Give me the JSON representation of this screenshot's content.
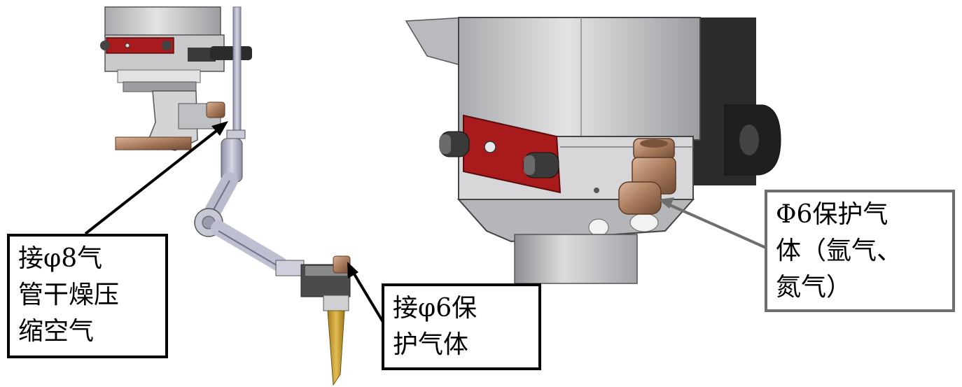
{
  "callouts": {
    "left": {
      "lines": [
        "接φ8气",
        "管干燥压",
        "缩空气"
      ]
    },
    "middle": {
      "lines": [
        "接φ6保",
        "护气体"
      ]
    },
    "right": {
      "lines": [
        "Φ6保护气",
        "体（氩气、",
        "氮气）"
      ]
    }
  },
  "colors": {
    "metal_light": "#d9d9d9",
    "metal_mid": "#b5b5b8",
    "metal_dark": "#6f7075",
    "red_plate": "#a81a1c",
    "copper": "#b07a5a",
    "brass_nozzle": "#c9a23a",
    "black_part": "#2b2b2b",
    "callout_border_dark": "#000000",
    "callout_border_gray": "#6e6e6e"
  }
}
